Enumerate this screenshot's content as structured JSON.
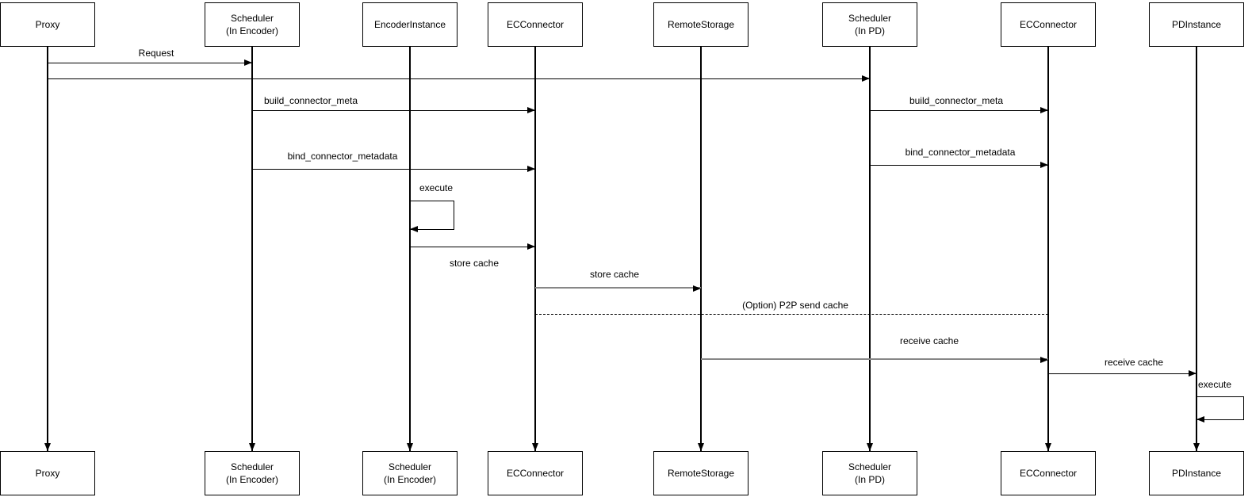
{
  "diagram": {
    "type": "sequence-diagram",
    "background": "#ffffff",
    "colors": {
      "line": "#000000",
      "gray_arrow": "#878787",
      "box_fill": "#ffffff",
      "text": "#000000"
    },
    "actors_top": [
      "Proxy",
      "Scheduler\n(In Encoder)",
      "EncoderInstance",
      "ECConnector",
      "RemoteStorage",
      "Scheduler\n(In PD)",
      "ECConnector",
      "PDInstance"
    ],
    "actors_bottom": [
      "Proxy",
      "Scheduler\n(In Encoder)",
      "Scheduler\n(In Encoder)",
      "ECConnector",
      "RemoteStorage",
      "Scheduler\n(In PD)",
      "ECConnector",
      "PDInstance"
    ],
    "messages": {
      "request": "Request",
      "build_connector_meta_encoder": "build_connector_meta",
      "build_connector_meta_pd": "build_connector_meta",
      "bind_connector_metadata_encoder": "bind_connector_metadata",
      "bind_connector_metadata_pd": "bind_connector_metadata",
      "execute_encoder": "execute",
      "store_cache_local": "store cache",
      "store_cache_remote": "store cache",
      "p2p_send_cache": "(Option) P2P send cache",
      "receive_cache_remote": "receive cache",
      "receive_cache_pd": "receive cache",
      "execute_pd": "execute"
    }
  }
}
